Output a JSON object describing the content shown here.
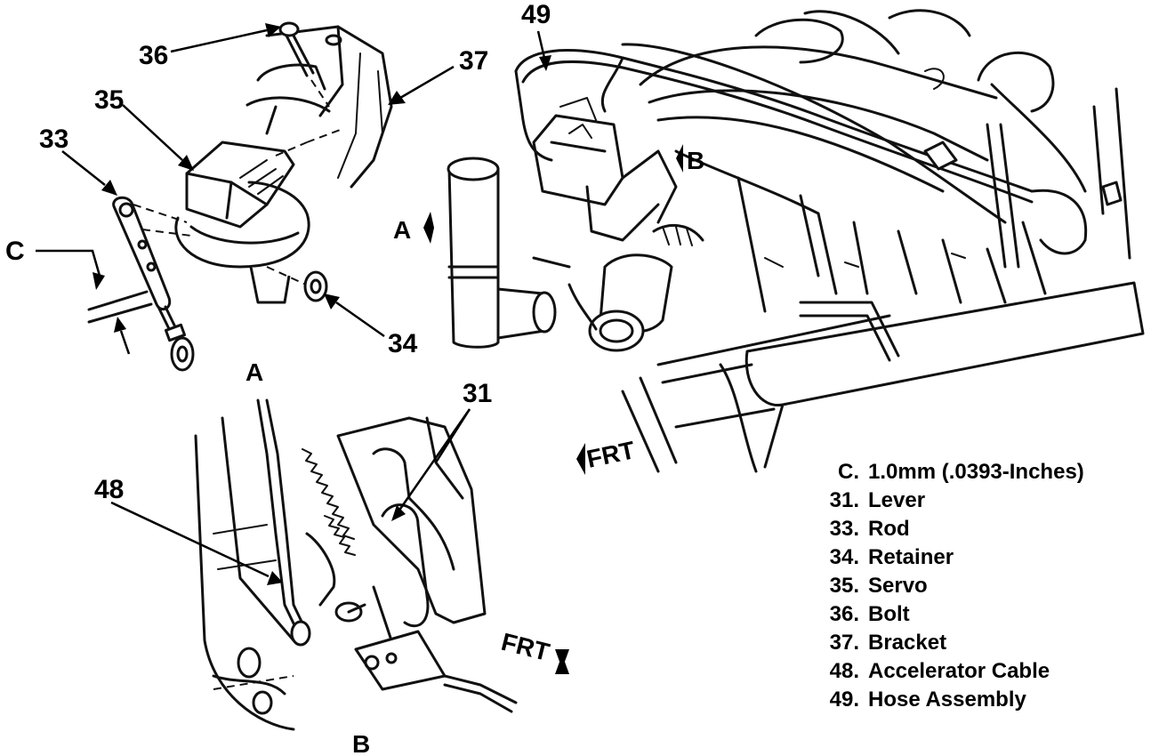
{
  "callouts": {
    "c36": "36",
    "c37": "37",
    "c35": "35",
    "c33": "33",
    "cC": "C",
    "c34": "34",
    "c49": "49",
    "c31": "31",
    "c48": "48"
  },
  "views": {
    "a_marker": "A",
    "b_marker": "B",
    "a_title": "A",
    "b_title": "B",
    "frt_main": "FRT",
    "frt_detail": "FRT"
  },
  "legend": [
    {
      "key": "C.",
      "text": "1.0mm (.0393-Inches)"
    },
    {
      "key": "31.",
      "text": "Lever"
    },
    {
      "key": "33.",
      "text": "Rod"
    },
    {
      "key": "34.",
      "text": "Retainer"
    },
    {
      "key": "35.",
      "text": "Servo"
    },
    {
      "key": "36.",
      "text": "Bolt"
    },
    {
      "key": "37.",
      "text": "Bracket"
    },
    {
      "key": "48.",
      "text": "Accelerator Cable"
    },
    {
      "key": "49.",
      "text": "Hose Assembly"
    }
  ]
}
